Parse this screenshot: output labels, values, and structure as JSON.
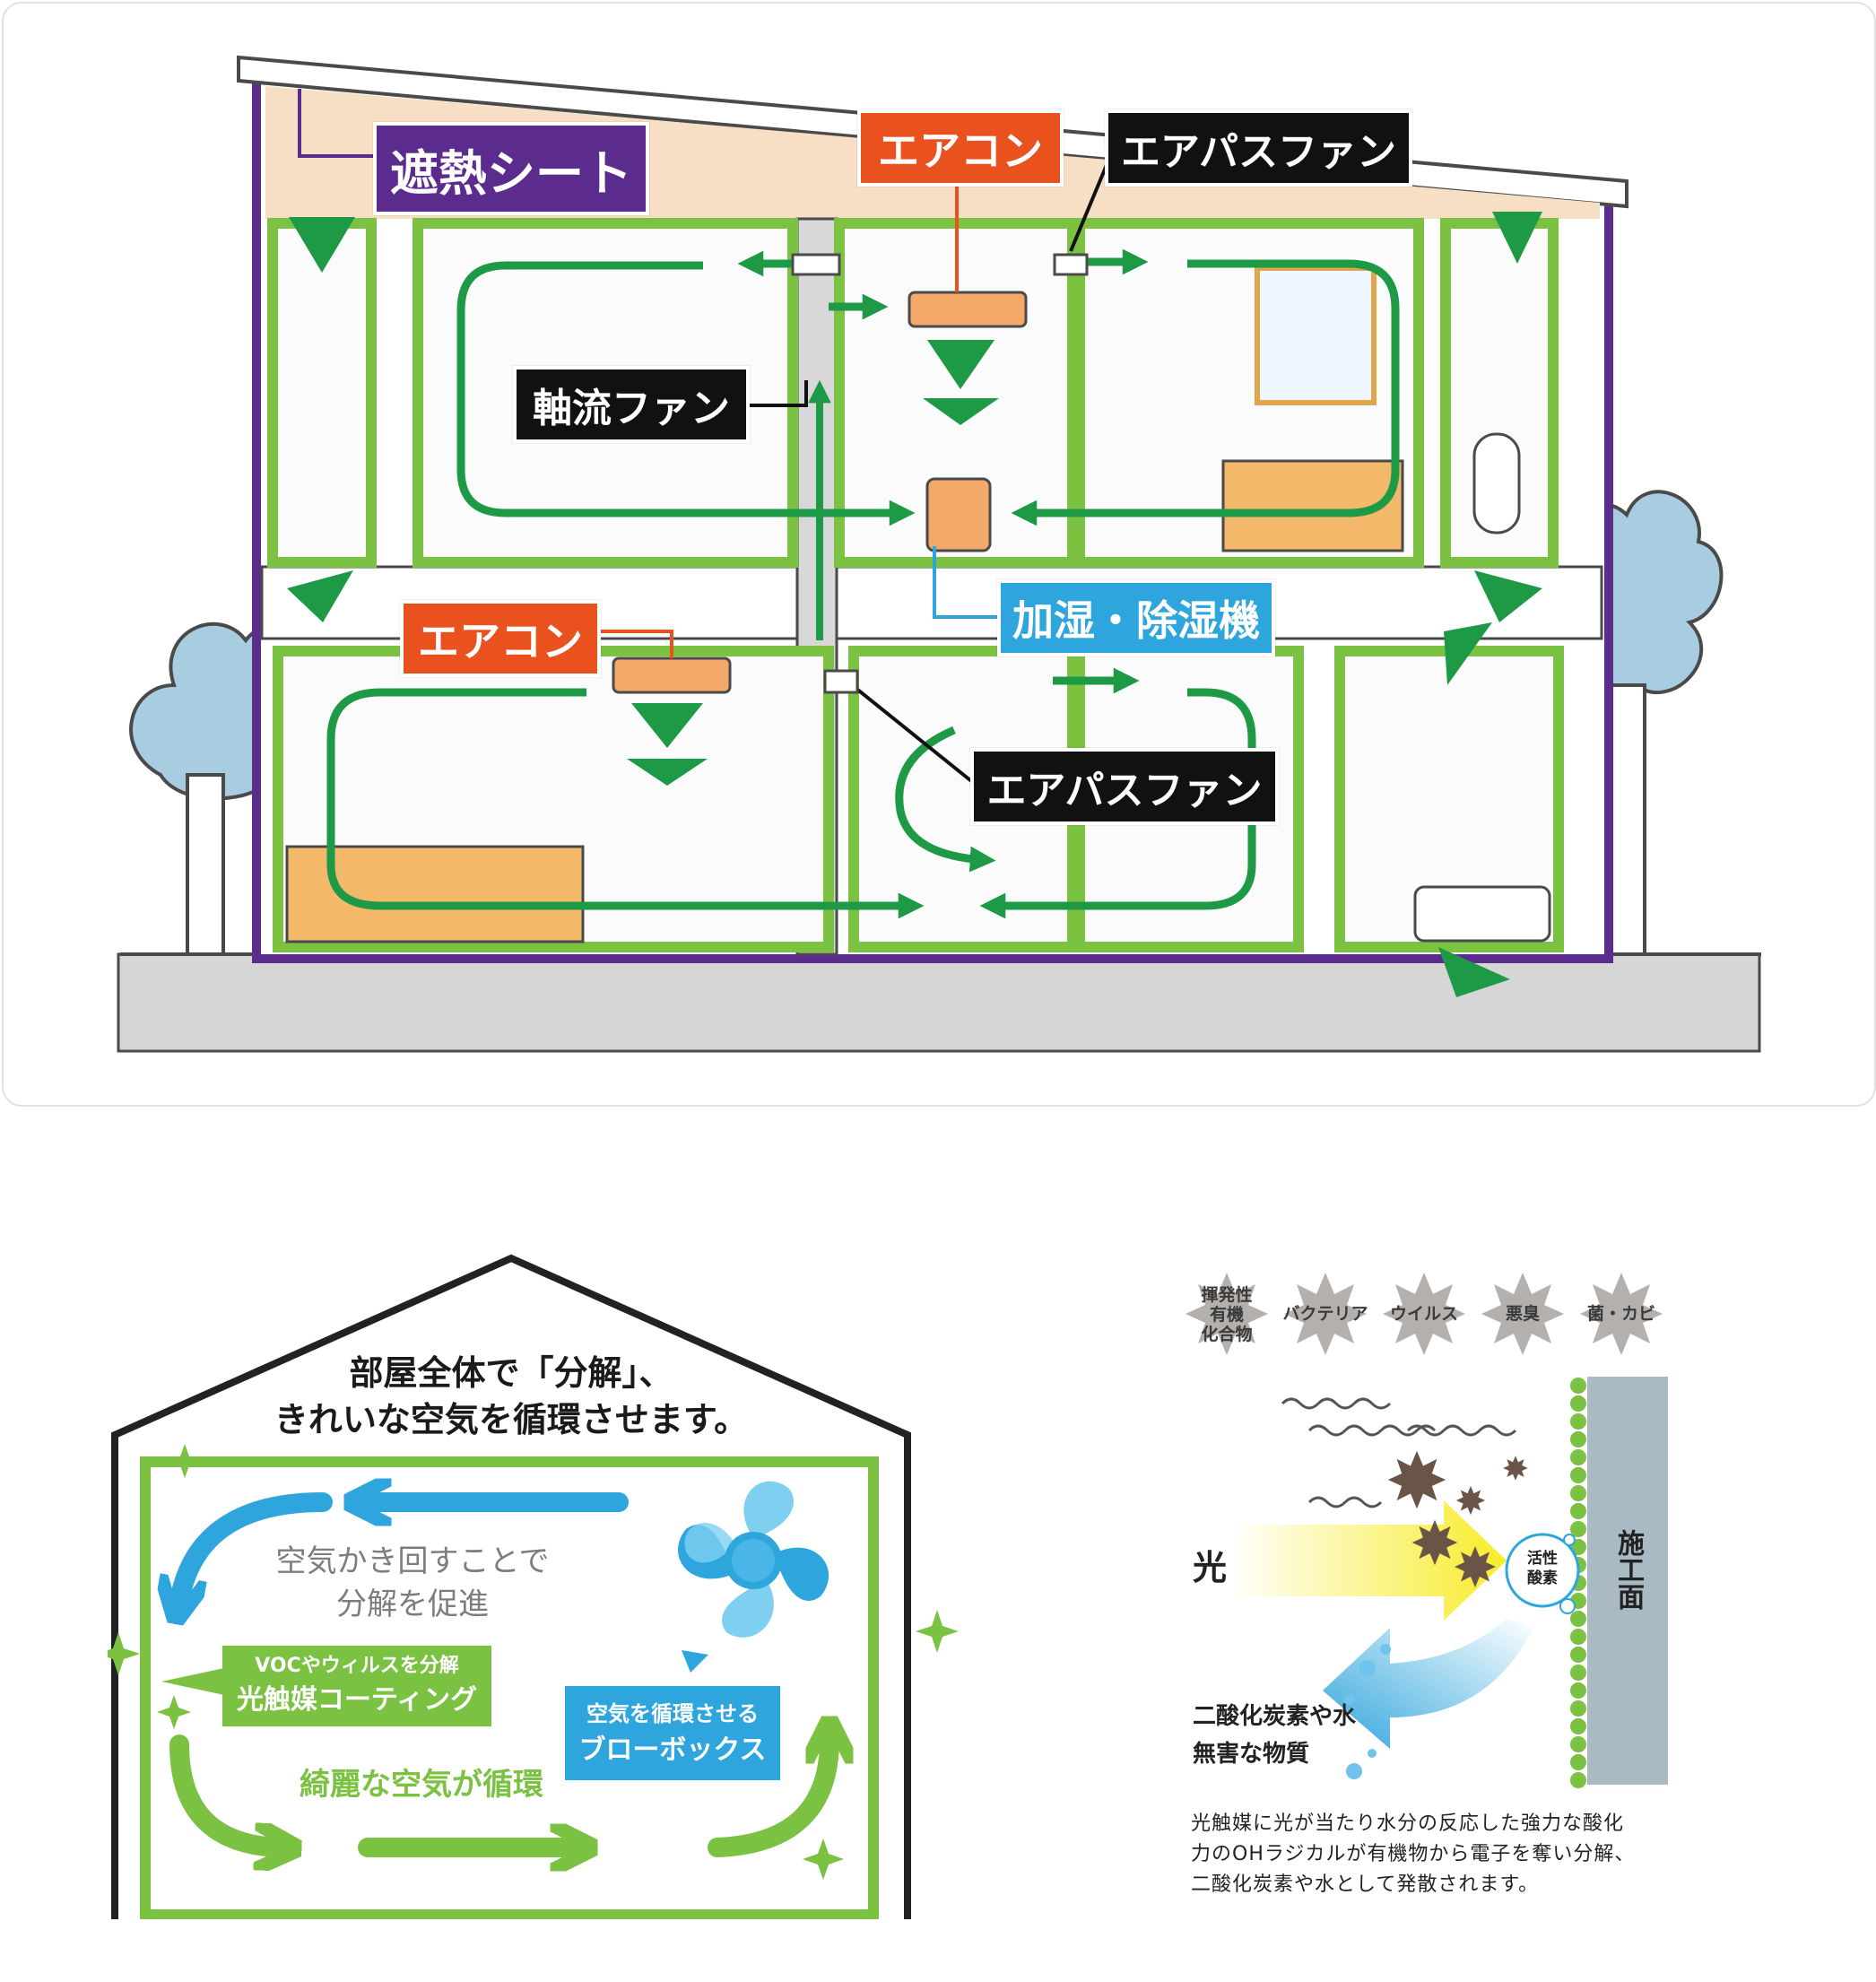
{
  "house_diagram": {
    "labels": {
      "heat_shield_sheet": "遮熱シート",
      "air_conditioner_upper": "エアコン",
      "airpass_fan_upper": "エアパスファン",
      "axial_fan": "軸流ファン",
      "humidifier_dehumidifier": "加湿・除湿機",
      "air_conditioner_lower": "エアコン",
      "airpass_fan_lower": "エアパスファン"
    },
    "colors": {
      "purple": "#5b2b8e",
      "orange": "#e9521e",
      "black": "#111111",
      "blue": "#2fa5dd",
      "green_room": "#7bc142",
      "arrow_green": "#1e9a46",
      "attic": "#f6dfc4",
      "tree": "#a9cde0"
    }
  },
  "circulation_diagram": {
    "heading_line1": "部屋全体で「分解」、",
    "heading_line2": "きれいな空気を循環させます。",
    "stir_text_line1": "空気かき回すことで",
    "stir_text_line2": "分解を促進",
    "coating_tag_line1": "VOCやウィルスを分解",
    "coating_tag_line2": "光触媒コーティング",
    "blower_tag_line1": "空気を循環させる",
    "blower_tag_line2": "ブローボックス",
    "clean_air_text": "綺麗な空気が循環",
    "colors": {
      "green": "#7bc142",
      "blue": "#2fa5dd",
      "fan_light": "#7ecff0"
    }
  },
  "photocatalyst_diagram": {
    "pollutants": [
      {
        "lines": [
          "揮発性",
          "有機",
          "化合物"
        ]
      },
      {
        "lines": [
          "バクテリア"
        ]
      },
      {
        "lines": [
          "ウイルス"
        ]
      },
      {
        "lines": [
          "悪臭"
        ]
      },
      {
        "lines": [
          "菌・カビ"
        ]
      }
    ],
    "light_label": "光",
    "active_oxygen_line1": "活性",
    "active_oxygen_line2": "酸素",
    "surface_label": "施工面",
    "result_line1": "二酸化炭素や水",
    "result_line2": "無害な物質",
    "description_line1": "光触媒に光が当たり水分の反応した強力な酸化",
    "description_line2": "力のOHラジカルが有機物から電子を奪い分解、",
    "description_line3": "二酸化炭素や水として発散されます。"
  }
}
